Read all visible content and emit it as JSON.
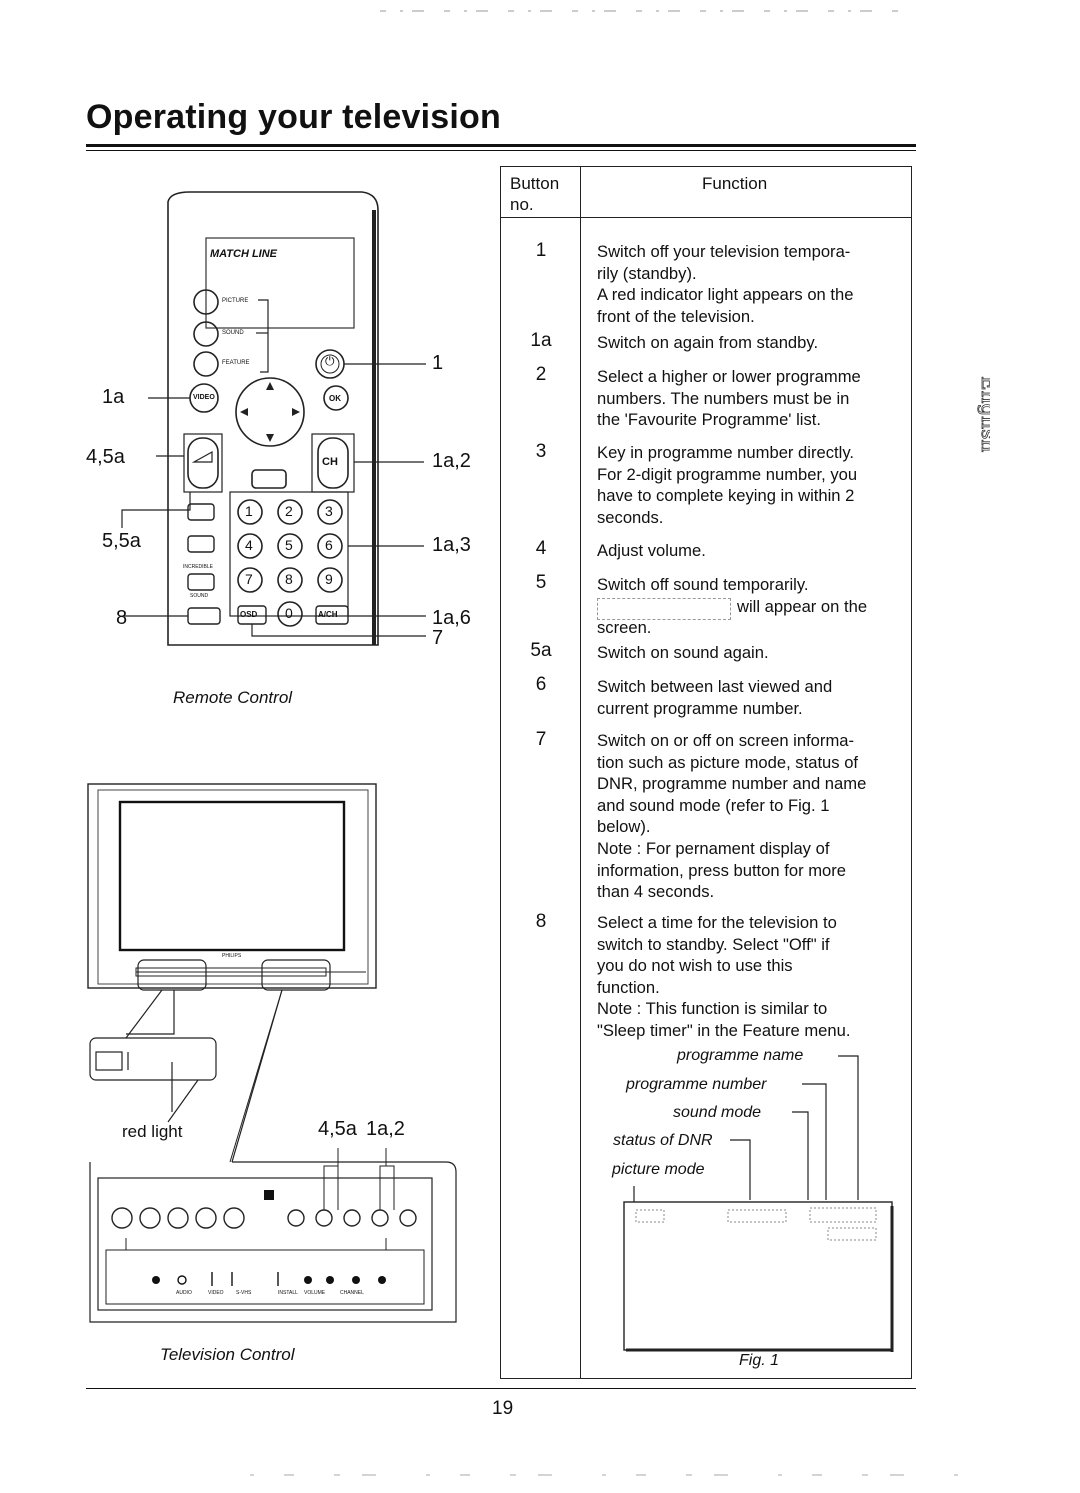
{
  "title": "Operating your television",
  "table": {
    "col_button": "Button\nno.",
    "col_button_line1": "Button",
    "col_button_line2": "no.",
    "col_function": "Function",
    "rows": [
      {
        "no": "1",
        "lines": [
          "Switch off your television tempora-",
          "rily (standby).",
          "A red indicator light appears on the",
          "front of the television."
        ]
      },
      {
        "no": "1a",
        "lines": [
          "Switch on again from standby."
        ]
      },
      {
        "no": "2",
        "lines": [
          "Select a higher or lower programme",
          "numbers. The numbers must be in",
          "the 'Favourite Programme' list."
        ]
      },
      {
        "no": "3",
        "lines": [
          "Key in programme number directly.",
          "For 2-digit programme number, you",
          "have to complete keying in within 2",
          "seconds."
        ]
      },
      {
        "no": "4",
        "lines": [
          "Adjust volume."
        ]
      },
      {
        "no": "5",
        "lines": [
          "Switch off sound temporarily.",
          "will appear on the",
          "screen."
        ]
      },
      {
        "no": "5a",
        "lines": [
          "Switch on sound again."
        ]
      },
      {
        "no": "6",
        "lines": [
          "Switch between last viewed and",
          "current programme number."
        ]
      },
      {
        "no": "7",
        "lines": [
          "Switch on or off on screen informa-",
          "tion such as picture mode, status of",
          "DNR, programme number and name",
          "and sound mode (refer to Fig. 1",
          "below).",
          "Note : For pernament display of",
          "information, press button for more",
          "than 4 seconds."
        ]
      },
      {
        "no": "8",
        "lines": [
          "Select a time for the television to",
          "switch to standby. Select \"Off\" if",
          "you  do not wish to use this",
          "function.",
          "Note : This function is similar to",
          "\"Sleep timer\" in the Feature menu."
        ]
      }
    ]
  },
  "remote": {
    "brand": "MATCH LINE",
    "caption": "Remote Control",
    "side_labels": {
      "picture": "PICTURE",
      "sound": "SOUND",
      "feature": "FEATURE"
    },
    "buttons": {
      "video": "VIDEO",
      "ok": "OK",
      "ch": "CH",
      "osd": "OSD",
      "ach": "A/CH",
      "incredible": "INCREDIBLE",
      "sound_small": "SOUND",
      "digits": [
        "1",
        "2",
        "3",
        "4",
        "5",
        "6",
        "7",
        "8",
        "9",
        "0"
      ]
    },
    "callouts": {
      "c1": "1",
      "c1a": "1a",
      "c45a": "4,5a",
      "c55a": "5,5a",
      "c8": "8",
      "c1a2": "1a,2",
      "c1a3": "1a,3",
      "c1a6": "1a,6",
      "c7": "7"
    }
  },
  "tv": {
    "brand": "PHILIPS",
    "caption": "Television Control",
    "red_light": "red light",
    "callout_45a": "4,5a",
    "callout_1a2": "1a,2",
    "panel_labels": [
      "AUDIO",
      "VIDEO",
      "S-VHS",
      "INSTALL",
      "VOLUME",
      "CHANNEL"
    ]
  },
  "fig1": {
    "labels": [
      "programme name",
      "programme number",
      "sound mode",
      "status of DNR",
      "picture mode"
    ],
    "caption": "Fig. 1"
  },
  "page_number": "19",
  "side_tab": "English"
}
